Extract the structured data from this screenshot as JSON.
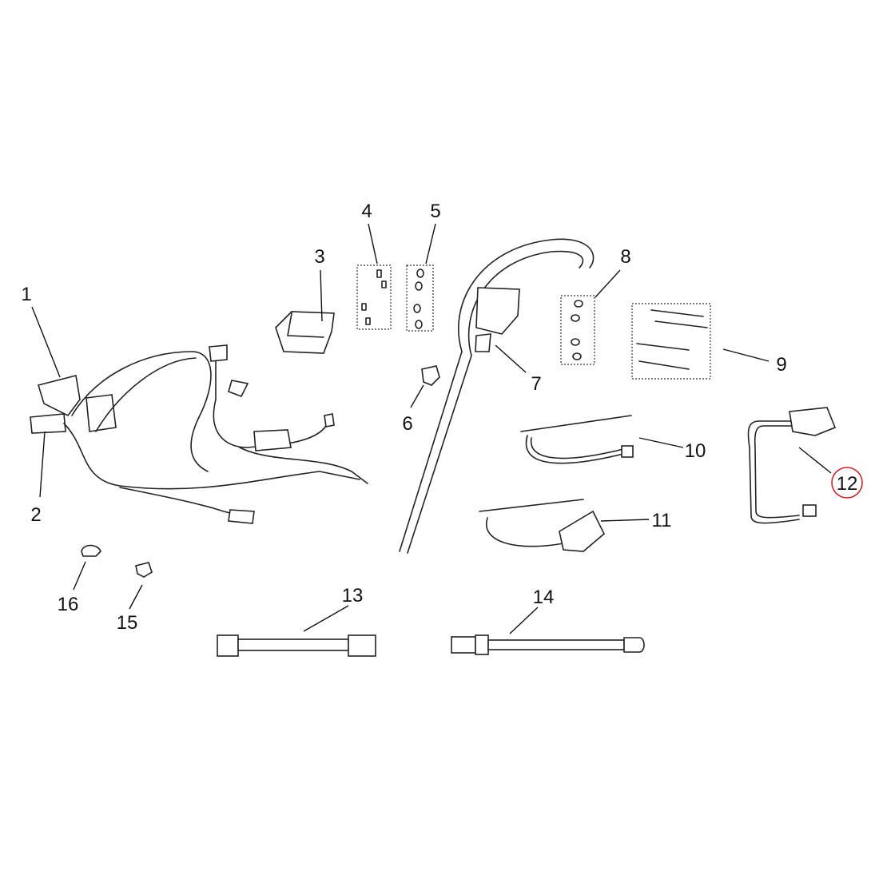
{
  "diagram": {
    "highlight_color": "#e02020",
    "highlighted_callout": "12",
    "callouts": [
      "1",
      "2",
      "3",
      "4",
      "5",
      "6",
      "7",
      "8",
      "9",
      "10",
      "11",
      "12",
      "13",
      "14",
      "15",
      "16"
    ]
  }
}
